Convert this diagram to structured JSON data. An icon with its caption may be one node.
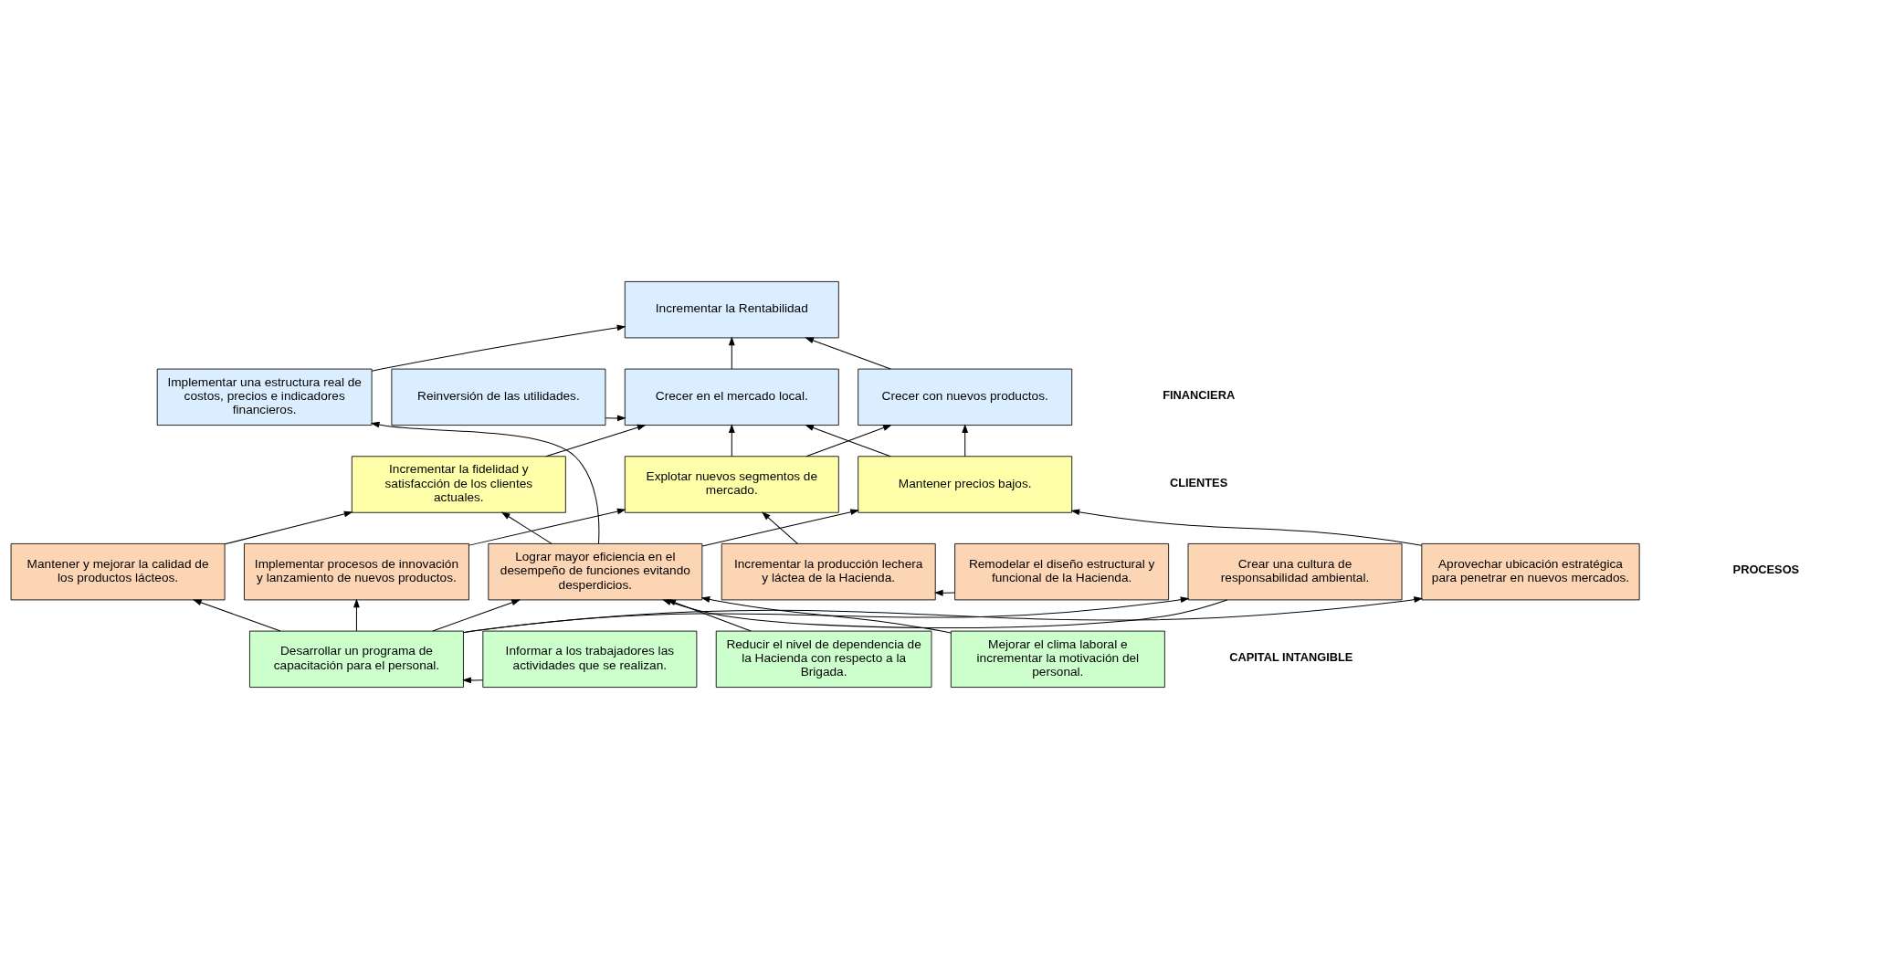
{
  "diagram": {
    "nodes": [
      {
        "text": [
          "Incrementar la Rentabilidad"
        ]
      },
      {
        "text": [
          "Implementar una estructura real de costos, precios e indicadores financieros."
        ]
      },
      {
        "text": [
          "Reinversión de las utilidades."
        ]
      },
      {
        "text": [
          "Crecer en el mercado local."
        ]
      },
      {
        "text": [
          "Crecer con nuevos productos."
        ]
      },
      {
        "text": [
          "Incrementar la fidelidad y satisfacción de los clientes actuales."
        ]
      },
      {
        "text": [
          "Explotar nuevos segmentos de mercado."
        ]
      },
      {
        "text": [
          "Mantener precios bajos."
        ]
      },
      {
        "text": [
          "Lograr mayor eficiencia en el desempeño de funciones evitando desperdicios."
        ]
      },
      {
        "text": [
          "Incrementar la producción lechera y láctea de la Hacienda."
        ]
      },
      {
        "text": [
          "Remodelar el diseño estructural y funcional de la Hacienda."
        ]
      },
      {
        "text": [
          "Crear una cultura de responsabilidad ambiental."
        ]
      },
      {
        "text": [
          "Mantener y mejorar la calidad de los productos lácteos."
        ]
      },
      {
        "text": [
          "Implementar procesos de innovación y lanzamiento de nuevos productos."
        ]
      },
      {
        "text": [
          "Aprovechar ubicación estratégica para penetrar en nuevos mercados."
        ]
      },
      {
        "text": [
          "Desarrollar un programa de capacitación para el personal."
        ]
      },
      {
        "text": [
          "Informar a los trabajadores las actividades que se realizan."
        ]
      },
      {
        "text": [
          "Reducir el nivel de dependencia de la Hacienda con respecto a la Brigada."
        ]
      },
      {
        "text": [
          "Mejorar el clima laboral e incrementar la motivación del personal."
        ]
      }
    ],
    "edges": [
      {
        "from": 1,
        "to": 0,
        "arrow": "to"
      },
      {
        "from": 3,
        "to": 0,
        "arrow": "to"
      },
      {
        "from": 4,
        "to": 0,
        "arrow": "to"
      },
      {
        "from": 2,
        "to": 3,
        "arrow": "to"
      },
      {
        "from": 5,
        "to": 3,
        "arrow": "to"
      },
      {
        "from": 6,
        "to": 3,
        "arrow": "to"
      },
      {
        "from": 6,
        "to": 4,
        "arrow": "to"
      },
      {
        "from": 7,
        "to": 3,
        "arrow": "to"
      },
      {
        "from": 7,
        "to": 4,
        "arrow": "to"
      },
      {
        "from": 8,
        "to": 1,
        "arrow": "to"
      },
      {
        "from": 8,
        "to": 5,
        "arrow": "to"
      },
      {
        "from": 8,
        "to": 7,
        "arrow": "to"
      },
      {
        "from": 9,
        "to": 6,
        "arrow": "to"
      },
      {
        "from": 12,
        "to": 5,
        "arrow": "to"
      },
      {
        "from": 13,
        "to": 6,
        "arrow": "to"
      },
      {
        "from": 10,
        "to": 9,
        "arrow": "to"
      },
      {
        "from": 11,
        "to": 8,
        "arrow": "to"
      },
      {
        "from": 14,
        "to": 7,
        "arrow": "to"
      },
      {
        "from": 15,
        "to": 8,
        "arrow": "to"
      },
      {
        "from": 15,
        "to": 12,
        "arrow": "to"
      },
      {
        "from": 15,
        "to": 13,
        "arrow": "to"
      },
      {
        "from": 15,
        "to": 11,
        "arrow": "to"
      },
      {
        "from": 15,
        "to": 14,
        "arrow": "to"
      },
      {
        "from": 16,
        "to": 15,
        "arrow": "to"
      },
      {
        "from": 17,
        "to": 8,
        "arrow": "to"
      },
      {
        "from": 18,
        "to": 8,
        "arrow": "to"
      }
    ],
    "labels": [
      "FINANCIERA",
      "CLIENTES",
      "PROCESOS",
      "CAPITAL INTANGIBLE"
    ]
  }
}
